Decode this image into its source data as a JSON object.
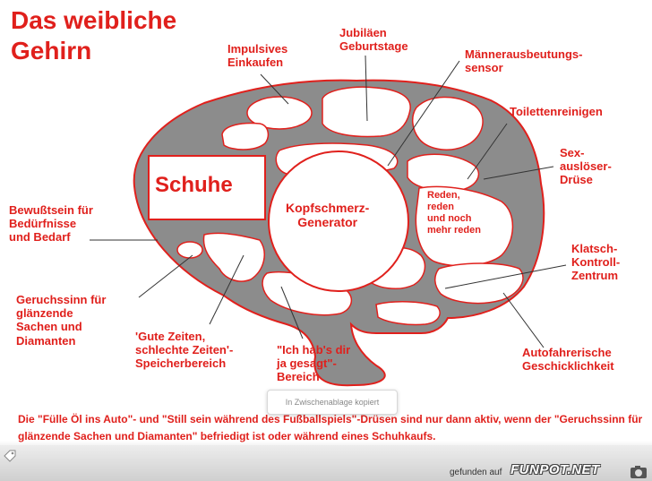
{
  "title": "Das weibliche\nGehirn",
  "regions": {
    "schuhe": "Schuhe",
    "kopfschmerz": "Kopfschmerz-\nGenerator",
    "reden": "Reden,\nreden\nund noch\nmehr reden"
  },
  "labels": {
    "impulsives_einkaufen": "Impulsives\nEinkaufen",
    "jubilaeen": "Jubiläen\nGeburtstage",
    "maennerausbeutung": "Männerausbeutungs-\nsensor",
    "toilettenreinigen": "Toilettenreinigen",
    "sex_ausloeser": "Sex-\nauslöser-\nDrüse",
    "bewusstsein": "Bewußtsein für\nBedürfnisse\nund Bedarf",
    "klatsch": "Klatsch-\nKontroll-\nZentrum",
    "geruchssinn": "Geruchssinn für\nglänzende\nSachen und\nDiamanten",
    "gute_zeiten": "'Gute Zeiten,\nschlechte Zeiten'-\nSpeicherbereich",
    "ich_habs": "\"Ich hab's dir\nja gesagt\"-\nBereich",
    "autofahrerische": "Autofahrerische\nGeschicklichkeit"
  },
  "caption": "Die \"Fülle Öl ins Auto\"- und \"Still sein während des Fußballspiels\"-Drüsen sind nur dann aktiv, wenn der \"Geruchssinn für glänzende Sachen und Diamanten\" befriedigt ist oder während eines Schuhkaufs.",
  "toast": "In Zwischenablage kopiert",
  "footer": {
    "found_text": "gefunden auf",
    "logo_text": "FUNPOT.NET"
  },
  "colors": {
    "accent_red": "#e0201c",
    "brain_gray": "#8c8c8c",
    "region_fill": "#ffffff"
  }
}
